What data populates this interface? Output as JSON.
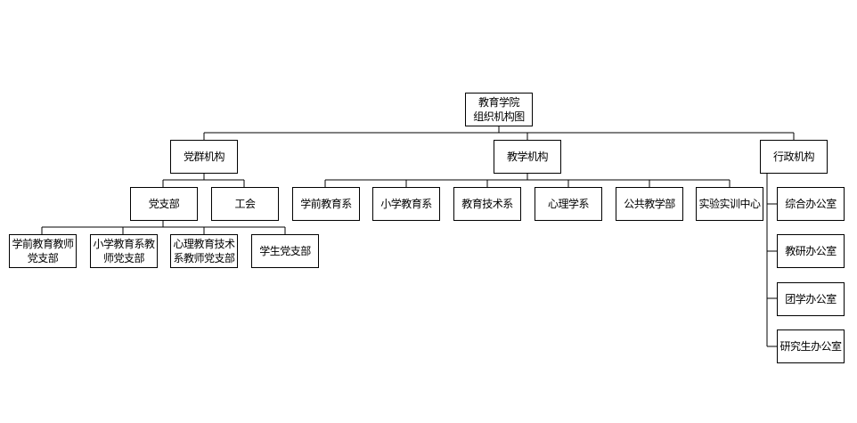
{
  "root": {
    "line1": "教育学院",
    "line2": "组织机构图"
  },
  "branches": {
    "party": {
      "label": "党群机构",
      "children": [
        {
          "label": "党支部"
        },
        {
          "label": "工会"
        }
      ],
      "branch_children": [
        {
          "label": "学前教育教师\n党支部"
        },
        {
          "label": "小学教育系教\n师党支部"
        },
        {
          "label": "心理教育技术\n系教师党支部"
        },
        {
          "label": "学生党支部"
        }
      ]
    },
    "teaching": {
      "label": "教学机构",
      "children": [
        {
          "label": "学前教育系"
        },
        {
          "label": "小学教育系"
        },
        {
          "label": "教育技术系"
        },
        {
          "label": "心理学系"
        },
        {
          "label": "公共教学部"
        },
        {
          "label": "实验实训中心"
        }
      ]
    },
    "admin": {
      "label": "行政机构",
      "children": [
        {
          "label": "综合办公室"
        },
        {
          "label": "教研办公室"
        },
        {
          "label": "团学办公室"
        },
        {
          "label": "研究生办公室"
        }
      ]
    }
  }
}
